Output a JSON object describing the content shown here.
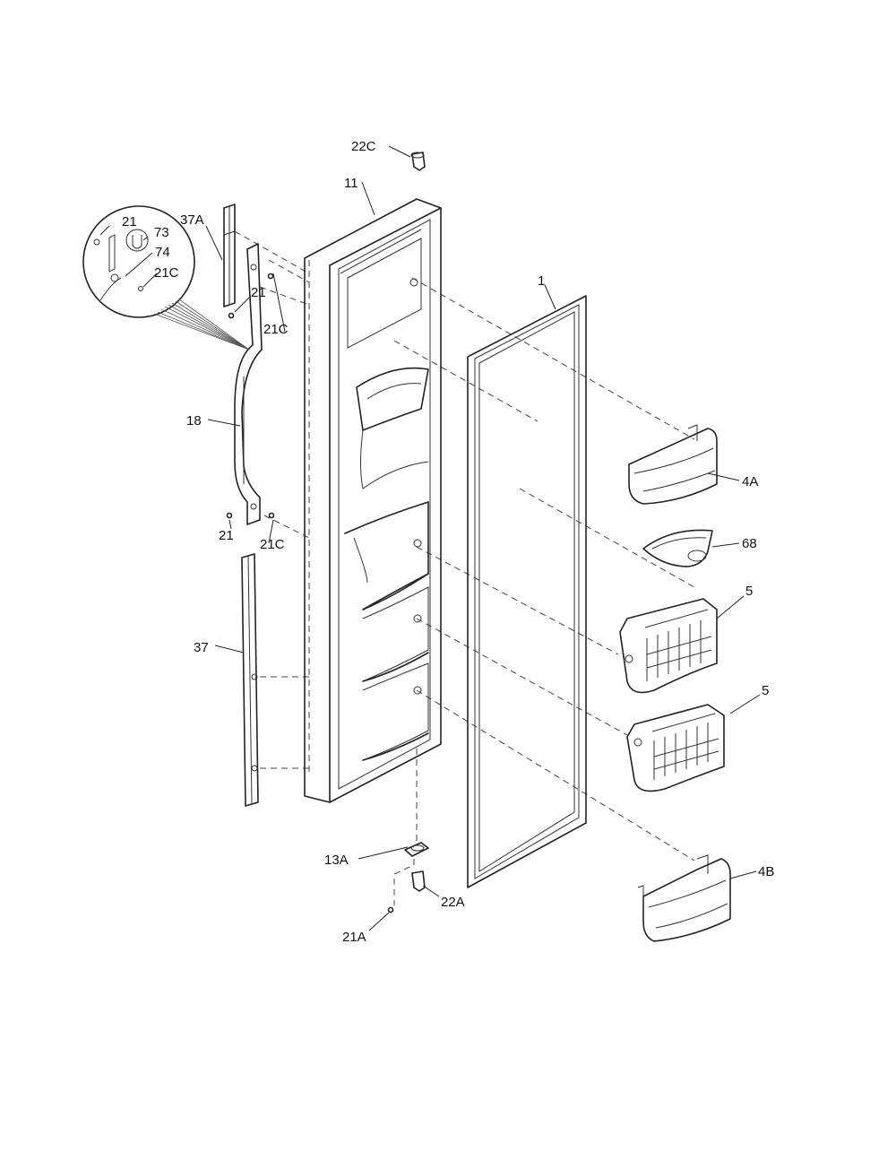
{
  "callouts": {
    "c22C": "22C",
    "c11": "11",
    "c37A": "37A",
    "c21_detail": "21",
    "c73": "73",
    "c74": "74",
    "c21C_detail": "21C",
    "c21_top": "21",
    "c21C_top": "21C",
    "c1": "1",
    "c18": "18",
    "c4A": "4A",
    "c68": "68",
    "c21_bottom": "21",
    "c21C_bottom": "21C",
    "c5_upper": "5",
    "c37": "37",
    "c5_lower": "5",
    "c13A": "13A",
    "c4B": "4B",
    "c22A": "22A",
    "c21A": "21A"
  }
}
